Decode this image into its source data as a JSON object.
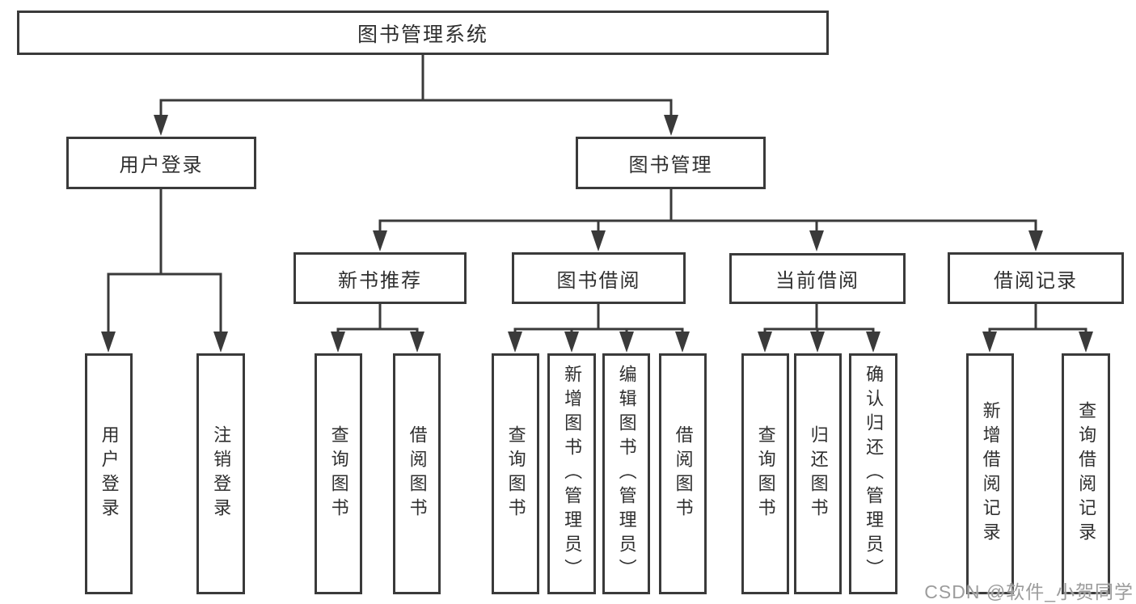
{
  "diagram": {
    "root": {
      "label": "图书管理系统"
    },
    "branches": [
      {
        "label": "用户登录",
        "children": [
          {
            "label": "用户登录"
          },
          {
            "label": "注销登录"
          }
        ]
      },
      {
        "label": "图书管理",
        "sections": [
          {
            "label": "新书推荐",
            "children": [
              {
                "label": "查询图书"
              },
              {
                "label": "借阅图书"
              }
            ]
          },
          {
            "label": "图书借阅",
            "children": [
              {
                "label": "查询图书"
              },
              {
                "label": "新增图书（管理员）"
              },
              {
                "label": "编辑图书（管理员）"
              },
              {
                "label": "借阅图书"
              }
            ]
          },
          {
            "label": "当前借阅",
            "children": [
              {
                "label": "查询图书"
              },
              {
                "label": "归还图书"
              },
              {
                "label": "确认归还（管理员）"
              }
            ]
          },
          {
            "label": "借阅记录",
            "children": [
              {
                "label": "新增借阅记录"
              },
              {
                "label": "查询借阅记录"
              }
            ]
          }
        ]
      }
    ]
  },
  "watermark": {
    "text": "CSDN @软件_小贺同学"
  },
  "colors": {
    "line": "#3a3a3a",
    "border": "#3a3a3a",
    "box_fill": "#ffffff",
    "text": "#2f2f2f",
    "watermark": "#9c9c9c"
  }
}
